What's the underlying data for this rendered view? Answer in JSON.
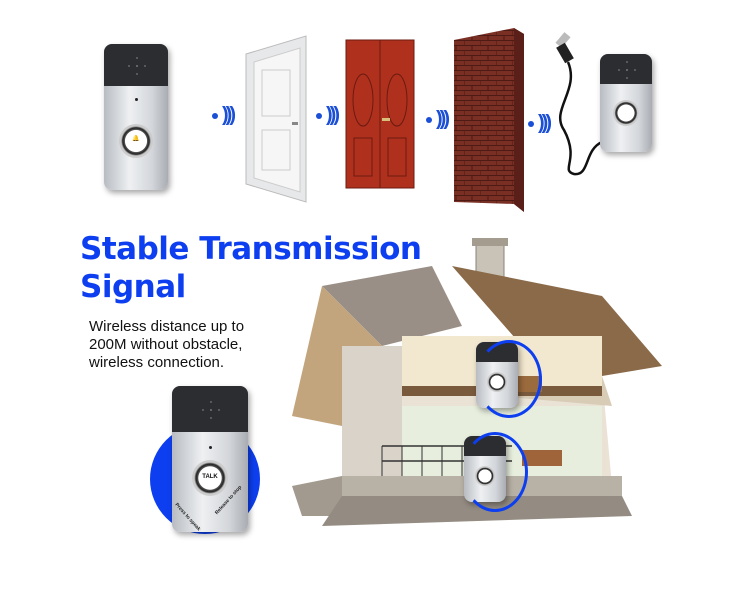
{
  "headline": {
    "line1": "Stable Transmission",
    "line2": "Signal"
  },
  "description": {
    "line1": "Wireless distance up to",
    "line2": "200M without obstacle,",
    "line3": "wireless connection."
  },
  "device_labels": {
    "button": "TALK",
    "left_arc": "Press to speak",
    "right_arc": "Release to stop"
  },
  "colors": {
    "accent_blue": "#0d3ff0",
    "signal_blue": "#1a4fd6",
    "door_red": "#9b2418",
    "brick": "#7a2f24"
  },
  "icons": [
    "wifi-signal-icon",
    "doorbell-transmitter",
    "doorbell-receiver",
    "white-door",
    "red-door",
    "brick-wall",
    "usb-cable",
    "house-cutaway"
  ]
}
